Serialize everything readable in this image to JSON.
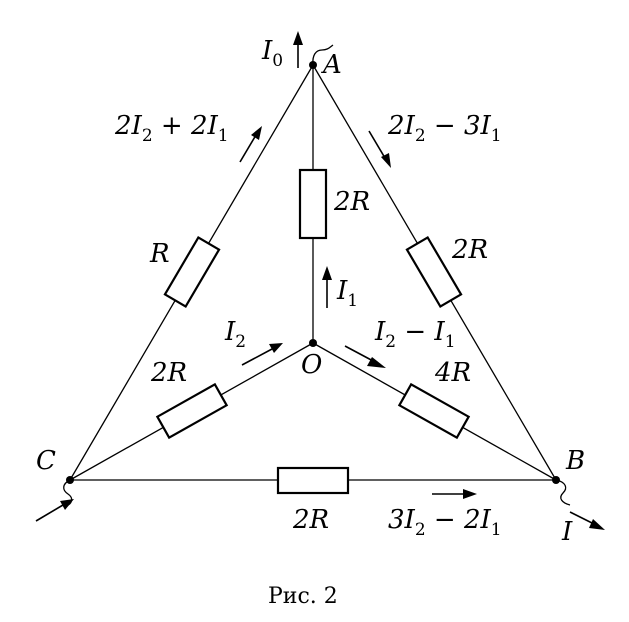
{
  "nodes": {
    "A": "A",
    "B": "B",
    "C": "C",
    "O": "O"
  },
  "resistors": {
    "ac": "R",
    "ab": "2R",
    "ao": "2R",
    "co": "2R",
    "ob": "4R",
    "cb": "2R"
  },
  "currents": {
    "i0": "I",
    "i0_sub": "0",
    "i_out": "I",
    "ca": {
      "p1": "2I",
      "s1": "2",
      "op": " + 2I",
      "s2": "1"
    },
    "ab": {
      "p1": "2I",
      "s1": "2",
      "op": " − 3I",
      "s2": "1"
    },
    "ao": {
      "p1": "I",
      "s1": "1"
    },
    "co": {
      "p1": "I",
      "s1": "2"
    },
    "ob": {
      "p1": "I",
      "s1": "2",
      "op": " − I",
      "s2": "1"
    },
    "cb": {
      "p1": "3I",
      "s1": "2",
      "op": " − 2I",
      "s2": "1"
    }
  },
  "caption": "Рис. 2"
}
